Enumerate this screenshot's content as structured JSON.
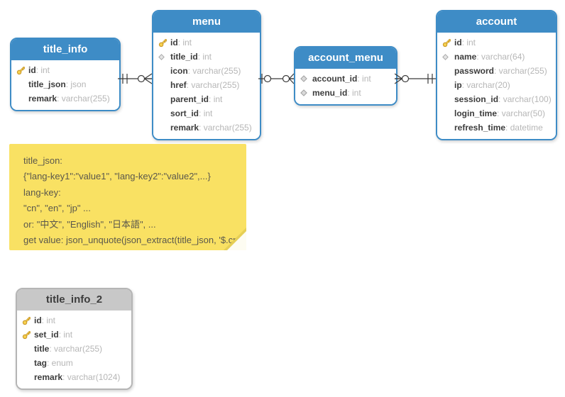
{
  "diagram_type": "entity-relationship",
  "colors": {
    "table_header_blue": "#3e8cc6",
    "table_header_gray": "#c8c8c8",
    "note_yellow": "#f9e163",
    "key_icon_gold": "#f7d14f",
    "relationship_line": "#3a3a3a",
    "field_name_text": "#3c3c3c",
    "field_type_text": "#b6b6b6"
  },
  "tables": [
    {
      "name": "title_info",
      "style": "blue",
      "fields": [
        {
          "icon": "key",
          "name": "id",
          "type": "int"
        },
        {
          "icon": "none",
          "name": "title_json",
          "type": "json"
        },
        {
          "icon": "none",
          "name": "remark",
          "type": "varchar(255)"
        }
      ]
    },
    {
      "name": "menu",
      "style": "blue",
      "fields": [
        {
          "icon": "key",
          "name": "id",
          "type": "int"
        },
        {
          "icon": "diamond",
          "name": "title_id",
          "type": "int"
        },
        {
          "icon": "none",
          "name": "icon",
          "type": "varchar(255)"
        },
        {
          "icon": "none",
          "name": "href",
          "type": "varchar(255)"
        },
        {
          "icon": "none",
          "name": "parent_id",
          "type": "int"
        },
        {
          "icon": "none",
          "name": "sort_id",
          "type": "int"
        },
        {
          "icon": "none",
          "name": "remark",
          "type": "varchar(255)"
        }
      ]
    },
    {
      "name": "account_menu",
      "style": "blue",
      "fields": [
        {
          "icon": "diamond",
          "name": "account_id",
          "type": "int"
        },
        {
          "icon": "diamond",
          "name": "menu_id",
          "type": "int"
        }
      ]
    },
    {
      "name": "account",
      "style": "blue",
      "fields": [
        {
          "icon": "key",
          "name": "id",
          "type": "int"
        },
        {
          "icon": "diamond",
          "name": "name",
          "type": "varchar(64)"
        },
        {
          "icon": "none",
          "name": "password",
          "type": "varchar(255)"
        },
        {
          "icon": "none",
          "name": "ip",
          "type": "varchar(20)"
        },
        {
          "icon": "none",
          "name": "session_id",
          "type": "varchar(100)"
        },
        {
          "icon": "none",
          "name": "login_time",
          "type": "varchar(50)"
        },
        {
          "icon": "none",
          "name": "refresh_time",
          "type": "datetime"
        }
      ]
    },
    {
      "name": "title_info_2",
      "style": "gray",
      "fields": [
        {
          "icon": "key",
          "name": "id",
          "type": "int"
        },
        {
          "icon": "key",
          "name": "set_id",
          "type": "int"
        },
        {
          "icon": "none",
          "name": "title",
          "type": "varchar(255)"
        },
        {
          "icon": "none",
          "name": "tag",
          "type": "enum"
        },
        {
          "icon": "none",
          "name": "remark",
          "type": "varchar(1024)"
        }
      ]
    }
  ],
  "relationships": [
    {
      "from": "title_info",
      "to": "menu",
      "from_symbol": "one-and-only-one",
      "to_symbol": "zero-or-many"
    },
    {
      "from": "menu",
      "to": "account_menu",
      "from_symbol": "zero-or-one",
      "to_symbol": "zero-or-many"
    },
    {
      "from": "account_menu",
      "to": "account",
      "from_symbol": "zero-or-many",
      "to_symbol": "one-and-only-one"
    }
  ],
  "note": {
    "lines": [
      "title_json:",
      "{\"lang-key1\":\"value1\", \"lang-key2\":\"value2\",...}",
      "lang-key:",
      "\"cn\", \"en\", \"jp\" ...",
      "or: \"中文\", \"English\", \"日本語\", ...",
      "get value: json_unquote(json_extract(title_json, '$.cn')"
    ]
  }
}
